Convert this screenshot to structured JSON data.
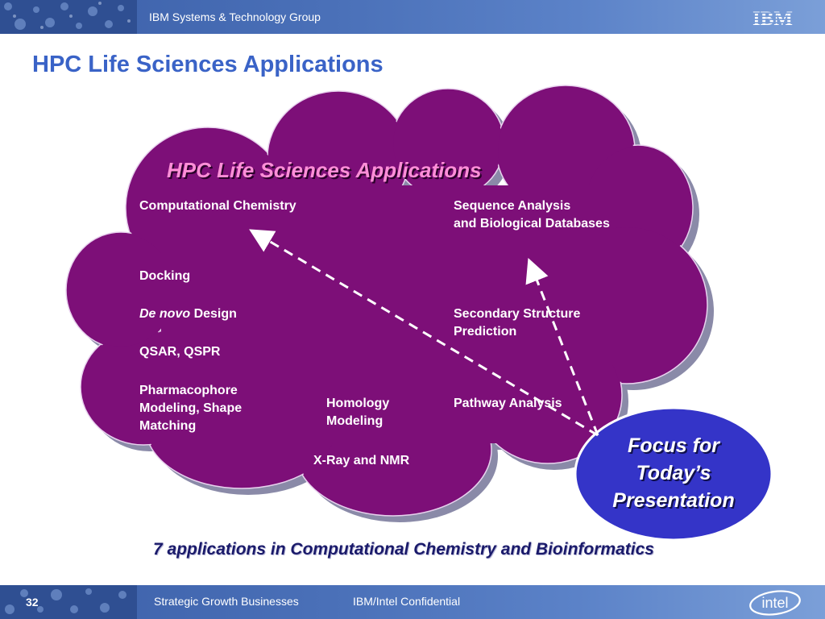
{
  "header": {
    "group_title": "IBM Systems & Technology Group",
    "logo_text": "IBM"
  },
  "slide": {
    "title": "HPC Life Sciences Applications",
    "cloud_title": "HPC Life Sciences Applications",
    "chemistry": {
      "heading": "Computational Chemistry",
      "items": {
        "docking": "Docking",
        "denovo_italic": "De novo",
        "denovo_rest": " Design",
        "qsar": "QSAR, QSPR",
        "pharma_line1": "Pharmacophore",
        "pharma_line2": "Modeling, Shape",
        "pharma_line3": "Matching"
      }
    },
    "bioinformatics": {
      "heading_line1": "Sequence Analysis",
      "heading_line2": "and Biological Databases",
      "items": {
        "secondary_line1": "Secondary Structure",
        "secondary_line2": "Prediction",
        "pathway": "Pathway Analysis"
      }
    },
    "shared": {
      "homology_line1": "Homology",
      "homology_line2": "Modeling",
      "xray": "X-Ray and NMR"
    },
    "focus": {
      "line1": "Focus for",
      "line2": "Today’s",
      "line3": "Presentation"
    },
    "caption": "7 applications in Computational Chemistry and Bioinformatics"
  },
  "footer": {
    "page_number": "32",
    "left_text": "Strategic Growth Businesses",
    "right_text": "IBM/Intel Confidential",
    "logo_text": "intel"
  },
  "colors": {
    "header_blue": "#4a70b8",
    "title_blue": "#3a63c7",
    "cloud_purple": "#7d0f78",
    "cloud_title_pink": "#ff8fd8",
    "focus_blue": "#3434c8",
    "caption_navy": "#1a1a6a"
  }
}
